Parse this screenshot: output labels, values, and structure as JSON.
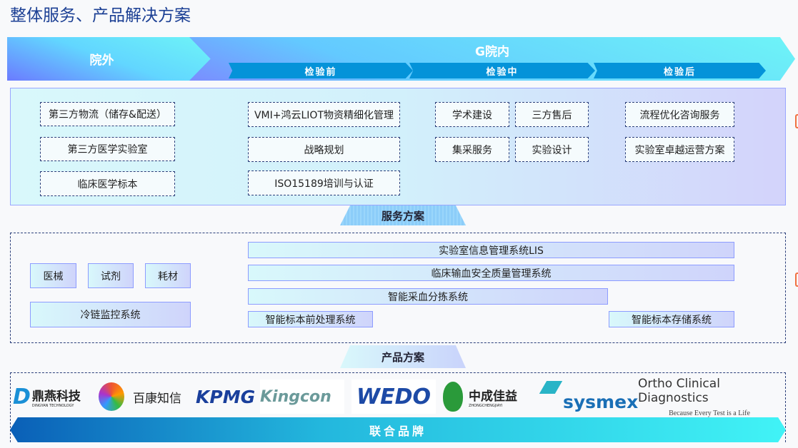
{
  "title": "整体服务、产品解决方案",
  "banner": {
    "outside": "院外",
    "inside": "G院内",
    "stages": [
      "检验前",
      "检验中",
      "检验后"
    ]
  },
  "services": {
    "outside": [
      "第三方物流（储存&配送）",
      "第三方医学实验室",
      "临床医学标本"
    ],
    "pre": [
      "VMI+鸿云LIOT物资精细化管理",
      "战略规划",
      "ISO15189培训与认证"
    ],
    "mid": [
      "学术建设",
      "三方售后",
      "集采服务",
      "实验设计"
    ],
    "post": [
      "流程优化咨询服务",
      "实验室卓越运营方案"
    ],
    "label": "服务方案"
  },
  "products": {
    "items": [
      "医械",
      "试剂",
      "耗材",
      "冷链监控系统"
    ],
    "systems": [
      "实验室信息管理系统LIS",
      "临床输血安全质量管理系统",
      "智能采血分拣系统",
      "智能标本前处理系统",
      "智能标本存储系统"
    ],
    "label": "产品方案"
  },
  "brands": {
    "logos": [
      {
        "name": "鼎燕科技",
        "sub": "DINGYAN TECHNOLOGY"
      },
      {
        "name": "百康知信"
      },
      {
        "name": "KPMG"
      },
      {
        "name": "Kingcon"
      },
      {
        "name": "WEDO"
      },
      {
        "name": "中成佳益",
        "sub": "ZHONGCHENGJIAYI"
      },
      {
        "name": "sysmex"
      },
      {
        "name": "Ortho Clinical Diagnostics",
        "sub": "Because Every Test is a Life"
      }
    ],
    "label": "联合品牌"
  },
  "colors": {
    "accent": "#0493d9",
    "title": "#1b3f94"
  }
}
